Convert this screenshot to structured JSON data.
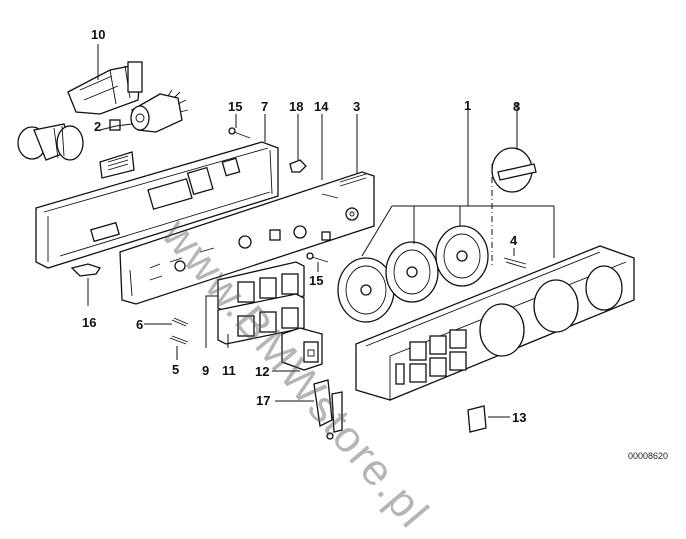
{
  "diagram": {
    "type": "exploded-parts-diagram",
    "subject": "Heater / air-conditioning control panel assembly",
    "callouts": [
      {
        "id": "10",
        "label": "10"
      },
      {
        "id": "2",
        "label": "2"
      },
      {
        "id": "15a",
        "label": "15"
      },
      {
        "id": "7",
        "label": "7"
      },
      {
        "id": "18",
        "label": "18"
      },
      {
        "id": "14",
        "label": "14"
      },
      {
        "id": "3",
        "label": "3"
      },
      {
        "id": "1",
        "label": "1"
      },
      {
        "id": "8",
        "label": "8"
      },
      {
        "id": "4",
        "label": "4"
      },
      {
        "id": "15b",
        "label": "15"
      },
      {
        "id": "16",
        "label": "16"
      },
      {
        "id": "6",
        "label": "6"
      },
      {
        "id": "5",
        "label": "5"
      },
      {
        "id": "9",
        "label": "9"
      },
      {
        "id": "11",
        "label": "11"
      },
      {
        "id": "12",
        "label": "12"
      },
      {
        "id": "17",
        "label": "17"
      },
      {
        "id": "13",
        "label": "13"
      }
    ],
    "reference_number": "00008620",
    "watermark": "www.BMWstore.pl"
  }
}
